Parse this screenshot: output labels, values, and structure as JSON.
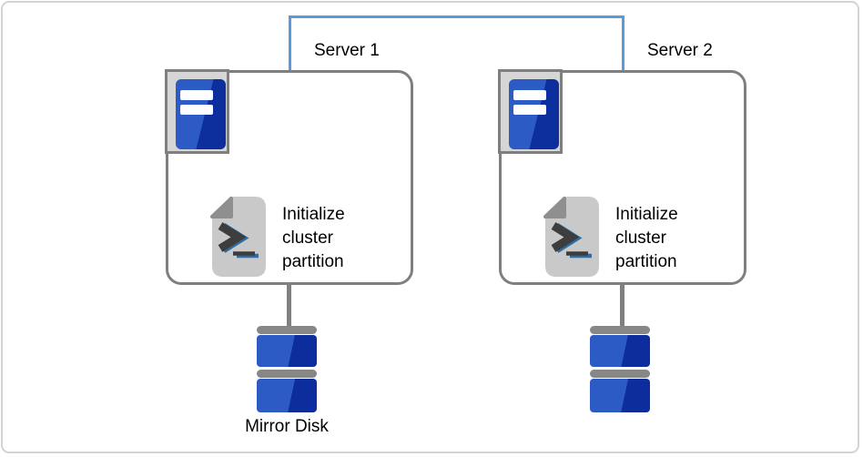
{
  "diagram": {
    "kind": "cluster-configuration-diagram"
  },
  "servers": [
    {
      "label": "Server 1",
      "script_text": "Initialize\ncluster\npartition"
    },
    {
      "label": "Server 2",
      "script_text": "Initialize\ncluster\npartition"
    }
  ],
  "mirror_disk": {
    "label": "Mirror Disk"
  },
  "icons": {
    "server_icon": "server-tower",
    "script_icon": "shell-script-file",
    "disk_icon": "disk-stack"
  },
  "colors": {
    "interconnect_blue": "#5b9bd5",
    "box_border_gray": "#7f7f7f",
    "connector_gray": "#808080",
    "icon_frame_gray": "#d6d6d6",
    "document_gray": "#c9c9c9",
    "fold_gray": "#8f8f8f",
    "disk_bar_gray": "#878787",
    "blue_light": "#2d5bc6",
    "blue_dark": "#0d2f9e",
    "outer_frame_gray": "#d3d3d3",
    "text_black": "#000000"
  }
}
